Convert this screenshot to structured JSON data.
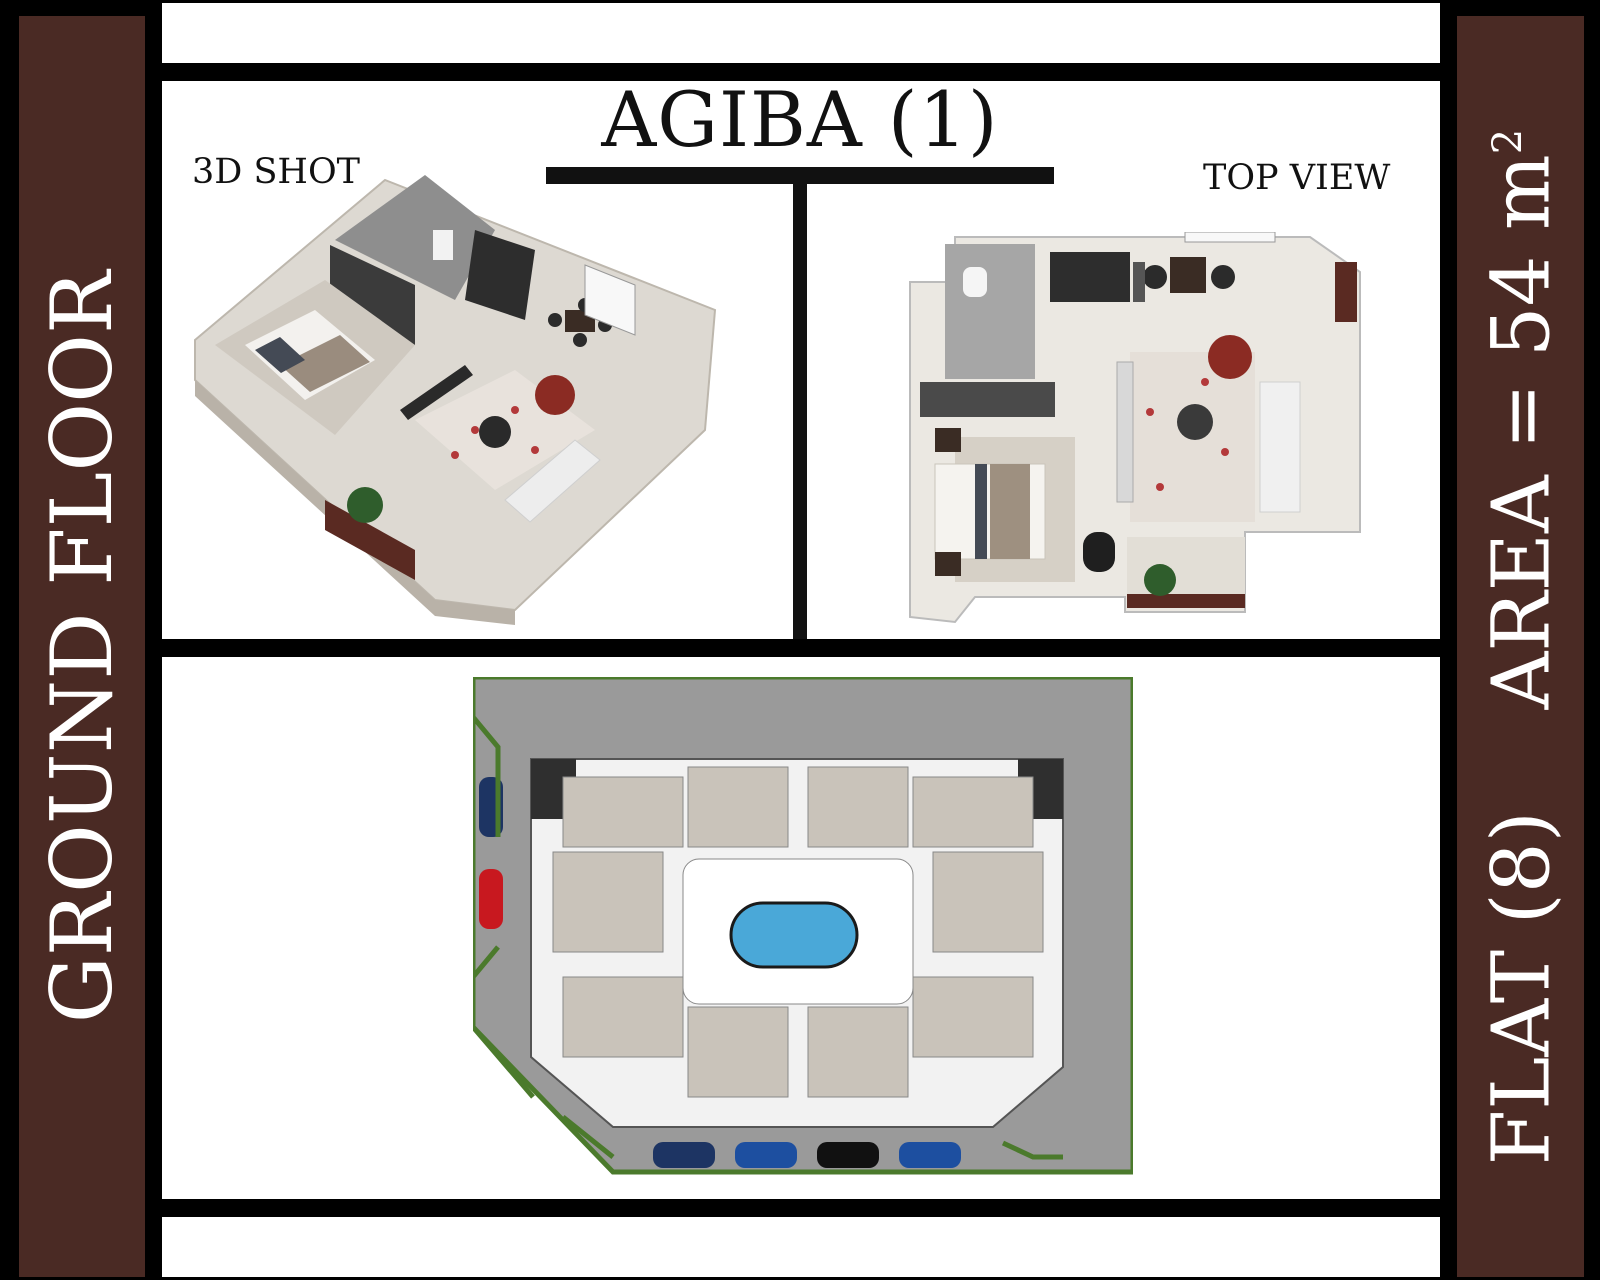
{
  "sidebar_left": {
    "text": "GROUND FLOOR",
    "background": "#4a2a24"
  },
  "sidebar_right": {
    "flat_label": "FLAT (8)",
    "area_label": "AREA = 54 m",
    "area_exponent": "2",
    "background": "#4a2a24"
  },
  "header": {
    "title": "AGIBA (1)"
  },
  "panels": {
    "shot3d": {
      "label": "3D SHOT"
    },
    "topview": {
      "label": "TOP VIEW"
    }
  },
  "site_plan": {
    "pool_color": "#4aa8d8",
    "car_colors": [
      "#1d3463",
      "#c8181f",
      "#1d3463",
      "#1d4fa0",
      "#111111",
      "#1d4fa0"
    ]
  }
}
